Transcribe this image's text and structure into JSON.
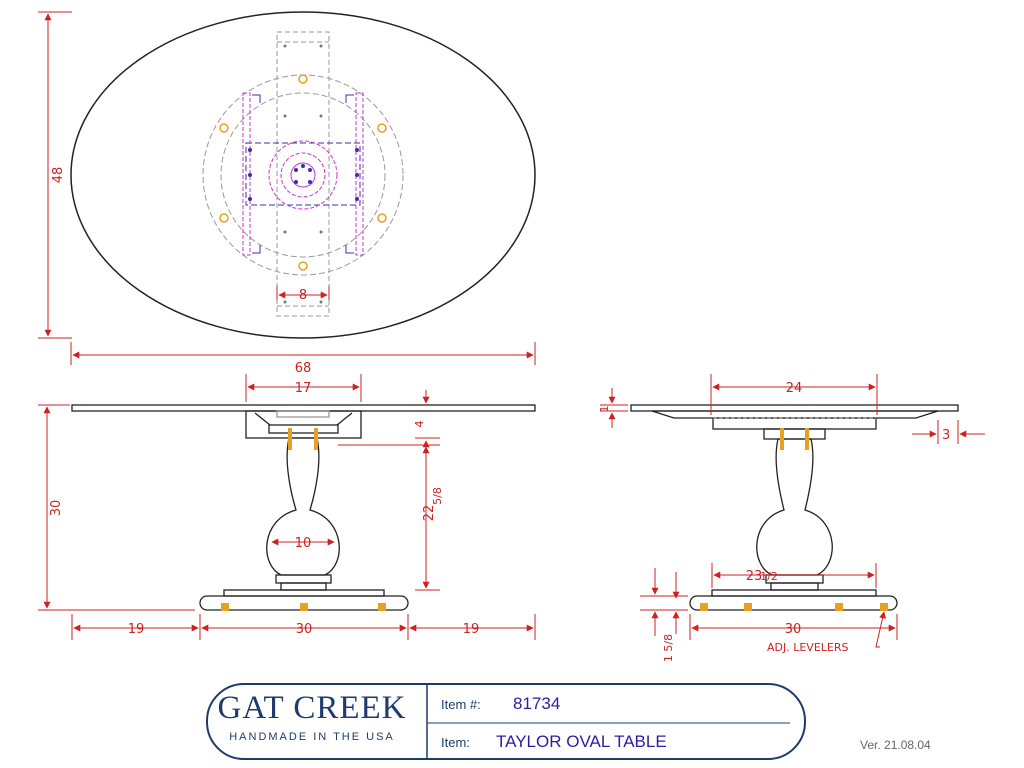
{
  "dims": {
    "top_width": "68",
    "top_depth": "48",
    "cleat_spacing": "8",
    "apron_width": "17",
    "height": "30",
    "top_thickness_detail": "4",
    "pedestal_height": "22",
    "pedestal_height_fraction": "5/8",
    "column_diameter": "10",
    "overhang_left": "19",
    "base_length": "30",
    "overhang_right": "19",
    "end_apron_width": "24",
    "top_edge": "1",
    "edge_overhang": "3",
    "end_base_width": "23",
    "end_base_fraction": "1/2",
    "end_base_length": "30",
    "foot_height": "1 5/8"
  },
  "notes": {
    "levelers": "ADJ. LEVELERS"
  },
  "title_block": {
    "brand": "GAT CREEK",
    "tagline": "HANDMADE IN THE USA",
    "item_label": "Item #:",
    "item_number": "81734",
    "name_label": "Item:",
    "item_name": "TAYLOR OVAL TABLE"
  },
  "version": "Ver. 21.08.04",
  "colors": {
    "dimension": "#cc2222",
    "outline": "#222222",
    "magenta": "#cc33cc",
    "blue": "#3333aa",
    "hardware": "#e8a020"
  }
}
